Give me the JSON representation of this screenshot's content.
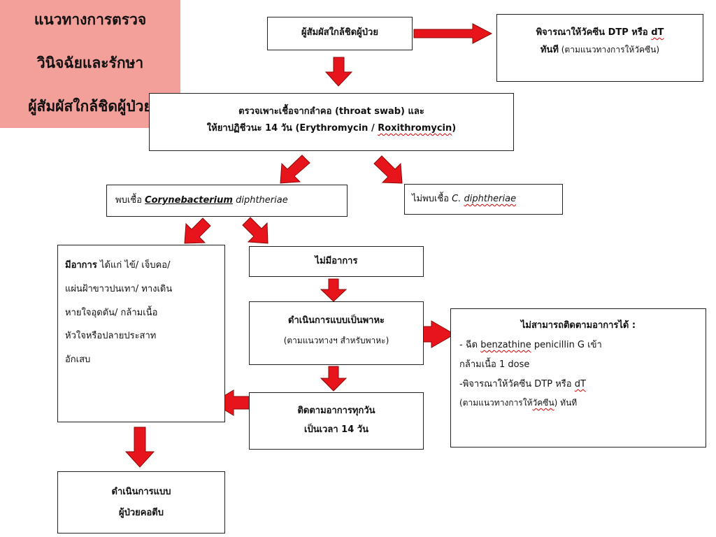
{
  "title": {
    "line1": "แนวทางการตรวจ",
    "line2": "วินิจฉัยและรักษา",
    "line3": "ผู้สัมผัสใกล้ชิดผู้ป่วย"
  },
  "nodes": {
    "close_contact": "ผู้สัมผัสใกล้ชิดผู้ป่วย",
    "vaccine_top": {
      "line1_a": "พิจารณาให้วัคซีน DTP หรือ ",
      "line1_b": "dT",
      "line2_a": "ทันที",
      "line2_b": " (ตามแนวทางการให้วัคซีน)"
    },
    "swab": {
      "line1": "ตรวจเพาะเชื้อจากลำคอ (throat swab) และ",
      "line2_a": "ให้ยาปฏิชีวนะ 14 วัน (Erythromycin / ",
      "line2_b": "Roxithromycin",
      "line2_c": ")"
    },
    "found": {
      "prefix": "พบเชื้อ ",
      "genus": "Corynebacterium",
      "species": " diphtheriae"
    },
    "not_found": {
      "prefix": "ไม่พบเชื้อ ",
      "genus": "C. ",
      "species": "diphtheriae"
    },
    "symptomatic": {
      "head": "มีอาการ",
      "line1_rest": " ได้แก่ ไข้/ เจ็บคอ/",
      "line2": "แผ่นฝ้าขาวปนเทา/ ทางเดิน",
      "line3": "หายใจอุดตัน/ กล้ามเนื้อ",
      "line4": "หัวใจหรือปลายประสาท",
      "line5": "อักเสบ"
    },
    "asymptomatic": "ไม่มีอาการ",
    "carrier": {
      "line1": "ดำเนินการแบบเป็นพาหะ",
      "line2": "(ตามแนวทางฯ สำหรับพาหะ)"
    },
    "follow_up": {
      "line1": "ติดตามอาการทุกวัน",
      "line2": "เป็นเวลา 14 วัน"
    },
    "cannot_follow": {
      "title": "ไม่สามารถติดตามอาการได้ :",
      "line1_a": "- ฉีด ",
      "line1_b": "benzathine",
      "line1_c": " penicillin G เข้า",
      "line2": "กล้ามเนื้อ 1 dose",
      "line3_a": "-พิจารณาให้วัคซีน DTP หรือ ",
      "line3_b": "dT",
      "line4_a": " (ตามแนวทางการให้",
      "line4_b": "วัคซีน",
      "line4_c": ") ทันที"
    },
    "patient": {
      "line1": "ดำเนินการแบบ",
      "line2": "ผู้ป่วยคอตีบ"
    }
  },
  "colors": {
    "title_bg": "#f4a09a",
    "arrow_fill": "#e8141b",
    "arrow_stroke": "#8a0a0a",
    "squiggle": "#d40000"
  }
}
